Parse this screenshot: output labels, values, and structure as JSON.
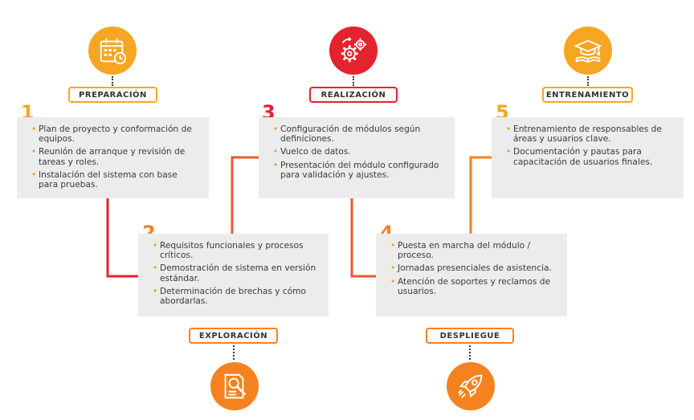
{
  "colors": {
    "yellow": "#f6a623",
    "orange": "#f5821f",
    "red": "#e3232e",
    "orange_red": "#e9592b",
    "box_bg": "#ececec"
  },
  "stages": [
    {
      "number": "1",
      "label": "PREPARACIÓN",
      "icon": "calendar-icon",
      "items": [
        "Plan de proyecto y conformación de equipos.",
        "Reunión de arranque y revisión de tareas y roles.",
        "Instalación del sistema con base para pruebas."
      ]
    },
    {
      "number": "2",
      "label": "EXPLORACIÓN",
      "icon": "document-search-icon",
      "items": [
        "Requisitos funcionales y procesos críticos.",
        "Demostración de sistema en versión estándar.",
        "Determinación de brechas y cómo abordarlas."
      ]
    },
    {
      "number": "3",
      "label": "REALIZACIÓN",
      "icon": "gears-icon",
      "items": [
        "Configuración de módulos según definiciones.",
        "Vuelco de datos.",
        "Presentación del módulo configurado para validación y ajustes."
      ]
    },
    {
      "number": "4",
      "label": "DESPLIEGUE",
      "icon": "rocket-icon",
      "items": [
        "Puesta en marcha del módulo / proceso.",
        "Jornadas presenciales de asistencia.",
        "Atención de soportes y reclamos de usuarios."
      ]
    },
    {
      "number": "5",
      "label": "ENTRENAMIENTO",
      "icon": "graduation-cap-icon",
      "items": [
        "Entrenamiento de responsables de áreas y usuarios clave.",
        "Documentación y pautas para capacitación de usuarios finales."
      ]
    }
  ]
}
